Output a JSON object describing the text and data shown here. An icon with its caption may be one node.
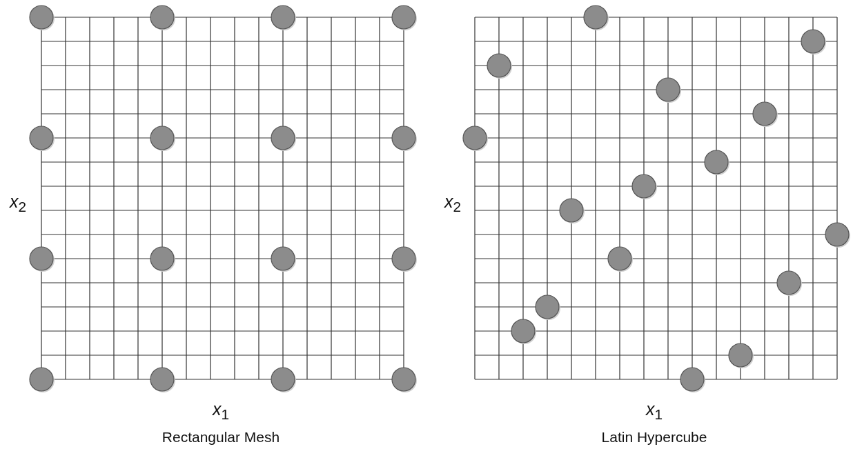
{
  "diagram": {
    "labels": [
      "*x*$_{2}$",
      "*x*$_{2}$",
      "*x*$_{1}$",
      "*x*$_{1}$",
      "Rectangular Mesh",
      "Latin Hypercube"
    ]
  }
}
